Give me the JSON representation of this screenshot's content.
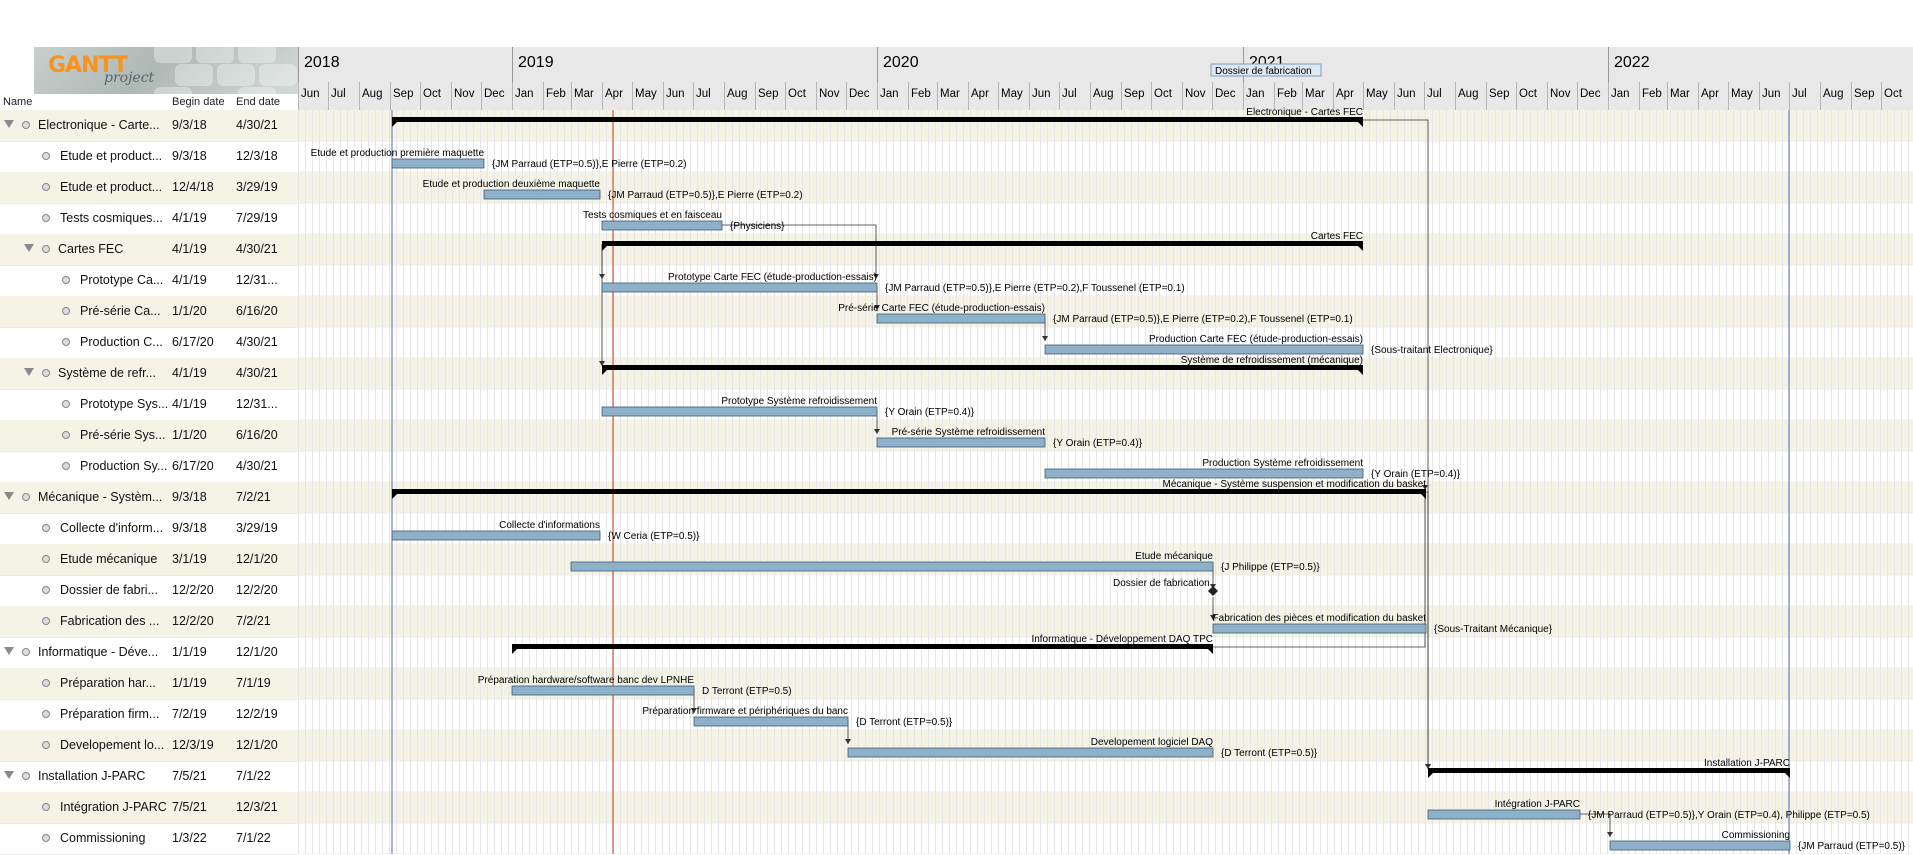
{
  "logo": {
    "word": "GANTT",
    "sub": "project"
  },
  "headers": {
    "name": "Name",
    "begin": "Begin date",
    "end": "End date"
  },
  "timeline": {
    "start": "2018-06-01",
    "years": [
      "2018",
      "2019",
      "2020",
      "2021",
      "2022"
    ],
    "months": [
      "Jun",
      "Jul",
      "Aug",
      "Sep",
      "Oct",
      "Nov",
      "Dec",
      "Jan",
      "Feb",
      "Mar",
      "Apr",
      "May",
      "Jun",
      "Jul",
      "Aug",
      "Sep",
      "Oct",
      "Nov",
      "Dec",
      "Jan",
      "Feb",
      "Mar",
      "Apr",
      "May",
      "Jun",
      "Jul",
      "Aug",
      "Sep",
      "Oct",
      "Nov",
      "Dec",
      "Jan",
      "Feb",
      "Mar",
      "Apr",
      "May",
      "Jun",
      "Jul",
      "Aug",
      "Sep",
      "Oct",
      "Nov",
      "Dec",
      "Jan",
      "Feb",
      "Mar",
      "Apr",
      "May",
      "Jun",
      "Jul",
      "Aug",
      "Sep",
      "Oct"
    ],
    "today": "2019-04-12",
    "milestone_tooltip": "Dossier de fabrication"
  },
  "tasks": [
    {
      "name": "Electronique - Carte...",
      "full": "Electronique - Cartes FEC",
      "begin": "9/3/18",
      "end": "4/30/21",
      "level": 0,
      "summary": true,
      "s": "2018-09-03",
      "e": "2021-04-30",
      "res": ""
    },
    {
      "name": "Etude et product...",
      "full": "Etude et production première maquette",
      "begin": "9/3/18",
      "end": "12/3/18",
      "level": 1,
      "summary": false,
      "s": "2018-09-03",
      "e": "2018-12-03",
      "res": "{JM Parraud (ETP=0.5)},E Pierre (ETP=0.2)"
    },
    {
      "name": "Etude et product...",
      "full": "Etude et production deuxième maquette",
      "begin": "12/4/18",
      "end": "3/29/19",
      "level": 1,
      "summary": false,
      "s": "2018-12-04",
      "e": "2019-03-29",
      "res": "{JM Parraud (ETP=0.5)},E Pierre (ETP=0.2)"
    },
    {
      "name": "Tests cosmiques...",
      "full": "Tests cosmiques et en faisceau",
      "begin": "4/1/19",
      "end": "7/29/19",
      "level": 1,
      "summary": false,
      "s": "2019-04-01",
      "e": "2019-07-29",
      "res": "{Physiciens}"
    },
    {
      "name": "Cartes FEC",
      "full": "Cartes FEC",
      "begin": "4/1/19",
      "end": "4/30/21",
      "level": 1,
      "summary": true,
      "s": "2019-04-01",
      "e": "2021-04-30",
      "res": ""
    },
    {
      "name": "Prototype Ca...",
      "full": "Prototype Carte FEC (étude-production-essais)",
      "begin": "4/1/19",
      "end": "12/31...",
      "level": 2,
      "summary": false,
      "s": "2019-04-01",
      "e": "2019-12-31",
      "res": "{JM Parraud (ETP=0.5)},E Pierre (ETP=0.2),F Toussenel (ETP=0.1)"
    },
    {
      "name": "Pré-série Ca...",
      "full": "Pré-série Carte FEC (étude-production-essais)",
      "begin": "1/1/20",
      "end": "6/16/20",
      "level": 2,
      "summary": false,
      "s": "2020-01-01",
      "e": "2020-06-16",
      "res": "{JM Parraud (ETP=0.5)},E Pierre (ETP=0.2),F Toussenel (ETP=0.1)"
    },
    {
      "name": "Production C...",
      "full": "Production Carte FEC (étude-production-essais)",
      "begin": "6/17/20",
      "end": "4/30/21",
      "level": 2,
      "summary": false,
      "s": "2020-06-17",
      "e": "2021-04-30",
      "res": "{Sous-traitant Electronique}"
    },
    {
      "name": "Système de refr...",
      "full": "Système de refroidissement (mécanique)",
      "begin": "4/1/19",
      "end": "4/30/21",
      "level": 1,
      "summary": true,
      "s": "2019-04-01",
      "e": "2021-04-30",
      "res": ""
    },
    {
      "name": "Prototype Sys...",
      "full": "Prototype Système refroidissement",
      "begin": "4/1/19",
      "end": "12/31...",
      "level": 2,
      "summary": false,
      "s": "2019-04-01",
      "e": "2019-12-31",
      "res": "{Y Orain (ETP=0.4)}"
    },
    {
      "name": "Pré-série Sys...",
      "full": "Pré-série Système refroidissement",
      "begin": "1/1/20",
      "end": "6/16/20",
      "level": 2,
      "summary": false,
      "s": "2020-01-01",
      "e": "2020-06-16",
      "res": "{Y Orain (ETP=0.4)}"
    },
    {
      "name": "Production Sy...",
      "full": "Production Système refroidissement",
      "begin": "6/17/20",
      "end": "4/30/21",
      "level": 2,
      "summary": false,
      "s": "2020-06-17",
      "e": "2021-04-30",
      "res": "{Y Orain (ETP=0.4)}"
    },
    {
      "name": "Mécanique - Systèm...",
      "full": "Mécanique - Système suspension et modification du basket",
      "begin": "9/3/18",
      "end": "7/2/21",
      "level": 0,
      "summary": true,
      "s": "2018-09-03",
      "e": "2021-07-02",
      "res": ""
    },
    {
      "name": "Collecte d'inform...",
      "full": "Collecte d'informations",
      "begin": "9/3/18",
      "end": "3/29/19",
      "level": 1,
      "summary": false,
      "s": "2018-09-03",
      "e": "2019-03-29",
      "res": "{W Ceria (ETP=0.5)}"
    },
    {
      "name": "Etude mécanique",
      "full": "Etude mécanique",
      "begin": "3/1/19",
      "end": "12/1/20",
      "level": 1,
      "summary": false,
      "s": "2019-03-01",
      "e": "2020-12-01",
      "res": "{J Philippe (ETP=0.5)}"
    },
    {
      "name": "Dossier de fabri...",
      "full": "Dossier de fabrication",
      "begin": "12/2/20",
      "end": "12/2/20",
      "level": 1,
      "summary": false,
      "milestone": true,
      "s": "2020-12-02",
      "e": "2020-12-02",
      "res": ""
    },
    {
      "name": "Fabrication des ...",
      "full": "Fabrication des pièces et modification du basket",
      "begin": "12/2/20",
      "end": "7/2/21",
      "level": 1,
      "summary": false,
      "s": "2020-12-02",
      "e": "2021-07-02",
      "res": "{Sous-Traitant Mécanique}"
    },
    {
      "name": "Informatique - Déve...",
      "full": "Informatique - Développement DAQ TPC",
      "begin": "1/1/19",
      "end": "12/1/20",
      "level": 0,
      "summary": true,
      "s": "2019-01-01",
      "e": "2020-12-01",
      "res": ""
    },
    {
      "name": "Préparation har...",
      "full": "Préparation hardware/software banc dev LPNHE",
      "begin": "1/1/19",
      "end": "7/1/19",
      "level": 1,
      "summary": false,
      "s": "2019-01-01",
      "e": "2019-07-01",
      "res": "D Terront (ETP=0.5)"
    },
    {
      "name": "Préparation firm...",
      "full": "Préparation firmware et périphériques du banc",
      "begin": "7/2/19",
      "end": "12/2/19",
      "level": 1,
      "summary": false,
      "s": "2019-07-02",
      "e": "2019-12-02",
      "res": "{D Terront (ETP=0.5)}"
    },
    {
      "name": "Developement lo...",
      "full": "Developement logiciel DAQ",
      "begin": "12/3/19",
      "end": "12/1/20",
      "level": 1,
      "summary": false,
      "s": "2019-12-03",
      "e": "2020-12-01",
      "res": "{D Terront (ETP=0.5)}"
    },
    {
      "name": "Installation J-PARC",
      "full": "Installation J-PARC",
      "begin": "7/5/21",
      "end": "7/1/22",
      "level": 0,
      "summary": true,
      "s": "2021-07-05",
      "e": "2022-07-01",
      "res": ""
    },
    {
      "name": "Intégration J-PARC",
      "full": "Intégration J-PARC",
      "begin": "7/5/21",
      "end": "12/3/21",
      "level": 1,
      "summary": false,
      "s": "2021-07-05",
      "e": "2021-12-03",
      "res": "{JM Parraud (ETP=0.5)},Y Orain (ETP=0.4), Philippe (ETP=0.5)"
    },
    {
      "name": "Commissioning",
      "full": "Commissioning",
      "begin": "1/3/22",
      "end": "7/1/22",
      "level": 1,
      "summary": false,
      "s": "2022-01-03",
      "e": "2022-07-01",
      "res": "{JM Parraud (ETP=0.5)}"
    }
  ],
  "colors": {
    "bar": "#8fb0c9",
    "bar_border": "#3c5c78",
    "summary": "#000000",
    "today": "#c0392b",
    "header_bg": "#e8e8e8",
    "alt_row": "#f4f3e6"
  }
}
